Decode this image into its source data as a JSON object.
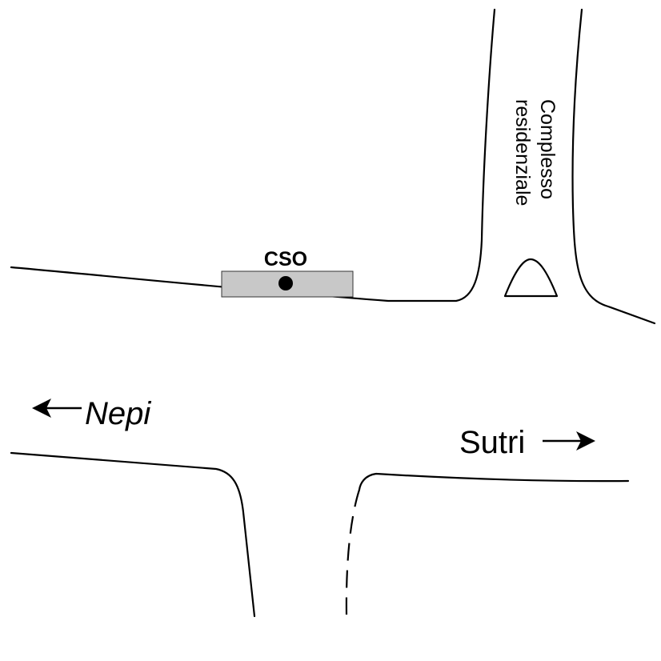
{
  "map": {
    "labels": {
      "cso": "CSO",
      "complex_line1": "Complesso",
      "complex_line2": "residenziale",
      "nepi": "Nepi",
      "sutri": "Sutri"
    },
    "colors": {
      "road": "#000000",
      "cso_structure": "#c8c8c8",
      "cso_point": "#000000",
      "background": "#ffffff"
    },
    "icons": {
      "nepi_direction": "arrow-left-icon",
      "sutri_direction": "arrow-right-icon",
      "residential_marker": "triangle-icon"
    }
  }
}
